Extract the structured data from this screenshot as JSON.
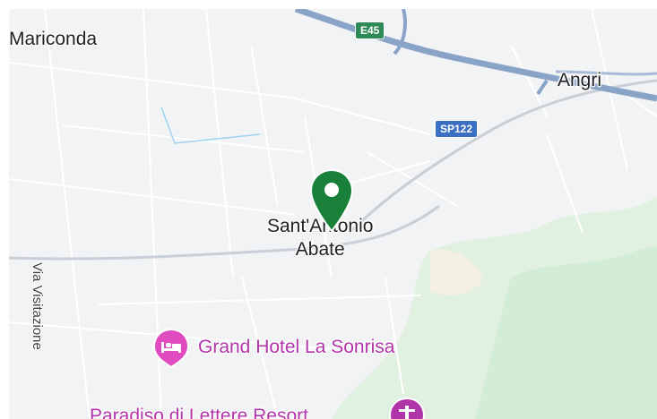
{
  "map": {
    "places": {
      "mariconda": "Mariconda",
      "angri": "Angri",
      "center_line1": "Sant'Antonio",
      "center_line2": "Abate"
    },
    "streets": {
      "via_visitazione": "Via Visitazione"
    },
    "road_shields": {
      "e45": "E45",
      "sp122": "SP122"
    },
    "pois": {
      "hotel": {
        "name": "Grand Hotel La Sonrisa",
        "icon": "hotel-bed-icon"
      },
      "resort": {
        "name": "Paradiso di Lettere Resort",
        "icon": "resort-icon"
      }
    },
    "marker": {
      "icon": "location-pin-icon"
    },
    "colors": {
      "land": "#f1f3f4",
      "park": "#e0f1e2",
      "highway": "#8aa4c8",
      "pin": "#188038",
      "poi": "#e04bbf",
      "shield_green": "#2e8b57",
      "shield_blue": "#3b6fc4"
    }
  }
}
